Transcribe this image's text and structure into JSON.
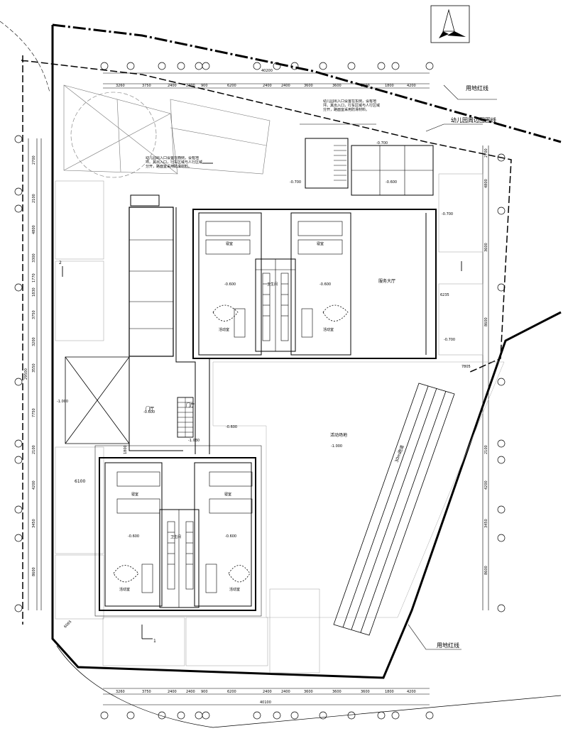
{
  "labels": {
    "site_line_top": "用地红线",
    "site_line_bottom": "用地红线",
    "fence_line": "幼儿园周边围围线",
    "track": "30m跑道",
    "courtyard": "活动场地",
    "gate": "门厅",
    "hall": "门厅",
    "service_hall": "服务大厅",
    "activity_room": "活动室",
    "bedroom": "寝室",
    "toilet": "卫生间",
    "note_top": "幼儿园出入口设置在东侧，设有地坪。其出入口，行车区域与人行区域分开，路面宜采用防滑材料。",
    "note_left": "幼儿园出入口设置在西侧，设有地坪。其出入口，行车区域与人行区域分开，路面宜采用防滑材料。"
  },
  "elevations": {
    "e1": "-0.700",
    "e2": "-0.700",
    "e3": "-0.600",
    "e4": "-0.600",
    "e5": "-0.600",
    "e6": "-1.000",
    "e7": "-0.600",
    "e8": "-1.030",
    "e9": "-0.600",
    "e10": "-0.600",
    "e11": "-0.600",
    "e12": "-1.000",
    "e13": "-0.700",
    "e14": "-0.700"
  },
  "dims_top": [
    "3260",
    "3750",
    "2400",
    "2400",
    "900",
    "6200",
    "2400",
    "2400",
    "3600",
    "3600",
    "3600",
    "1800",
    "4200"
  ],
  "dims_top_total": "40200",
  "dims_bottom": [
    "3260",
    "3750",
    "2400",
    "2400",
    "900",
    "6200",
    "2400",
    "2400",
    "3600",
    "3600",
    "3600",
    "1800",
    "4200"
  ],
  "dims_bottom_total": "40100",
  "dims_left": [
    "2700",
    "2100",
    "4800",
    "3300",
    "1770",
    "1830",
    "3750",
    "3200",
    "3550",
    "7750",
    "2100",
    "4200",
    "3450",
    "8600"
  ],
  "dims_left_total": "29500",
  "dims_right": [
    "2700",
    "4800",
    "3600",
    "8600",
    "2100",
    "4200",
    "3450",
    "8600"
  ],
  "misc": {
    "d_6100": "6100",
    "d_6235": "6235",
    "d_6065": "6065",
    "d_7805": "7805",
    "d_1800": "1800",
    "section_mark_1": "1",
    "section_mark_2": "2"
  }
}
